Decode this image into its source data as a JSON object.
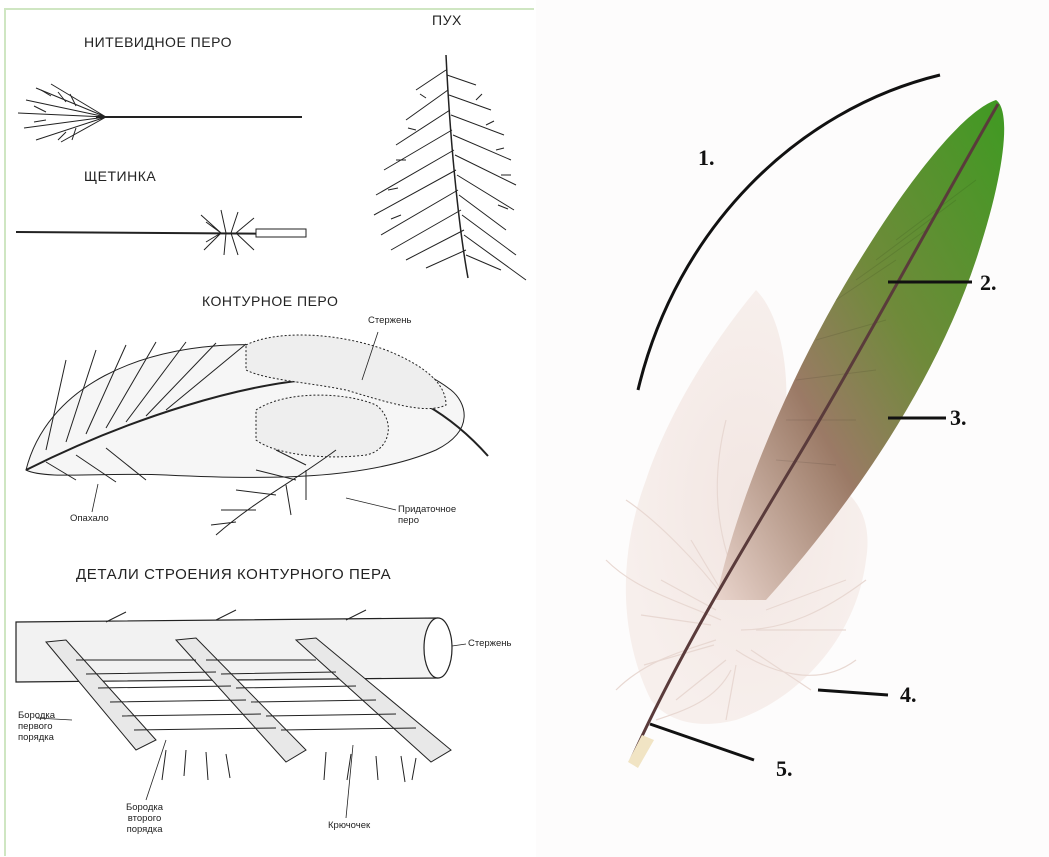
{
  "left": {
    "filoplume": {
      "title": "НИТЕВИДНОЕ ПЕРО"
    },
    "down": {
      "title": "ПУХ"
    },
    "bristle": {
      "title": "ЩЕТИНКА"
    },
    "contour": {
      "title": "КОНТУРНОЕ ПЕРО",
      "labels": {
        "shaft": "Стержень",
        "vane": "Опахало",
        "aftershaft_1": "Придаточное",
        "aftershaft_2": "перо"
      }
    },
    "details": {
      "title": "ДЕТАЛИ  СТРОЕНИЯ КОНТУРНОГО ПЕРА",
      "labels": {
        "shaft": "Стержень",
        "barb": [
          "Бородка",
          "первого",
          "порядка"
        ],
        "barbule": [
          "Бородка",
          "второго",
          "порядка"
        ],
        "hook": "Крючочек"
      }
    }
  },
  "right": {
    "numbers": [
      "1.",
      "2.",
      "3.",
      "4.",
      "5."
    ]
  },
  "colors": {
    "green": "#4f9a2a",
    "brown": "#8a6a52",
    "down": "#efe3de",
    "ink": "#1a1a1a"
  }
}
